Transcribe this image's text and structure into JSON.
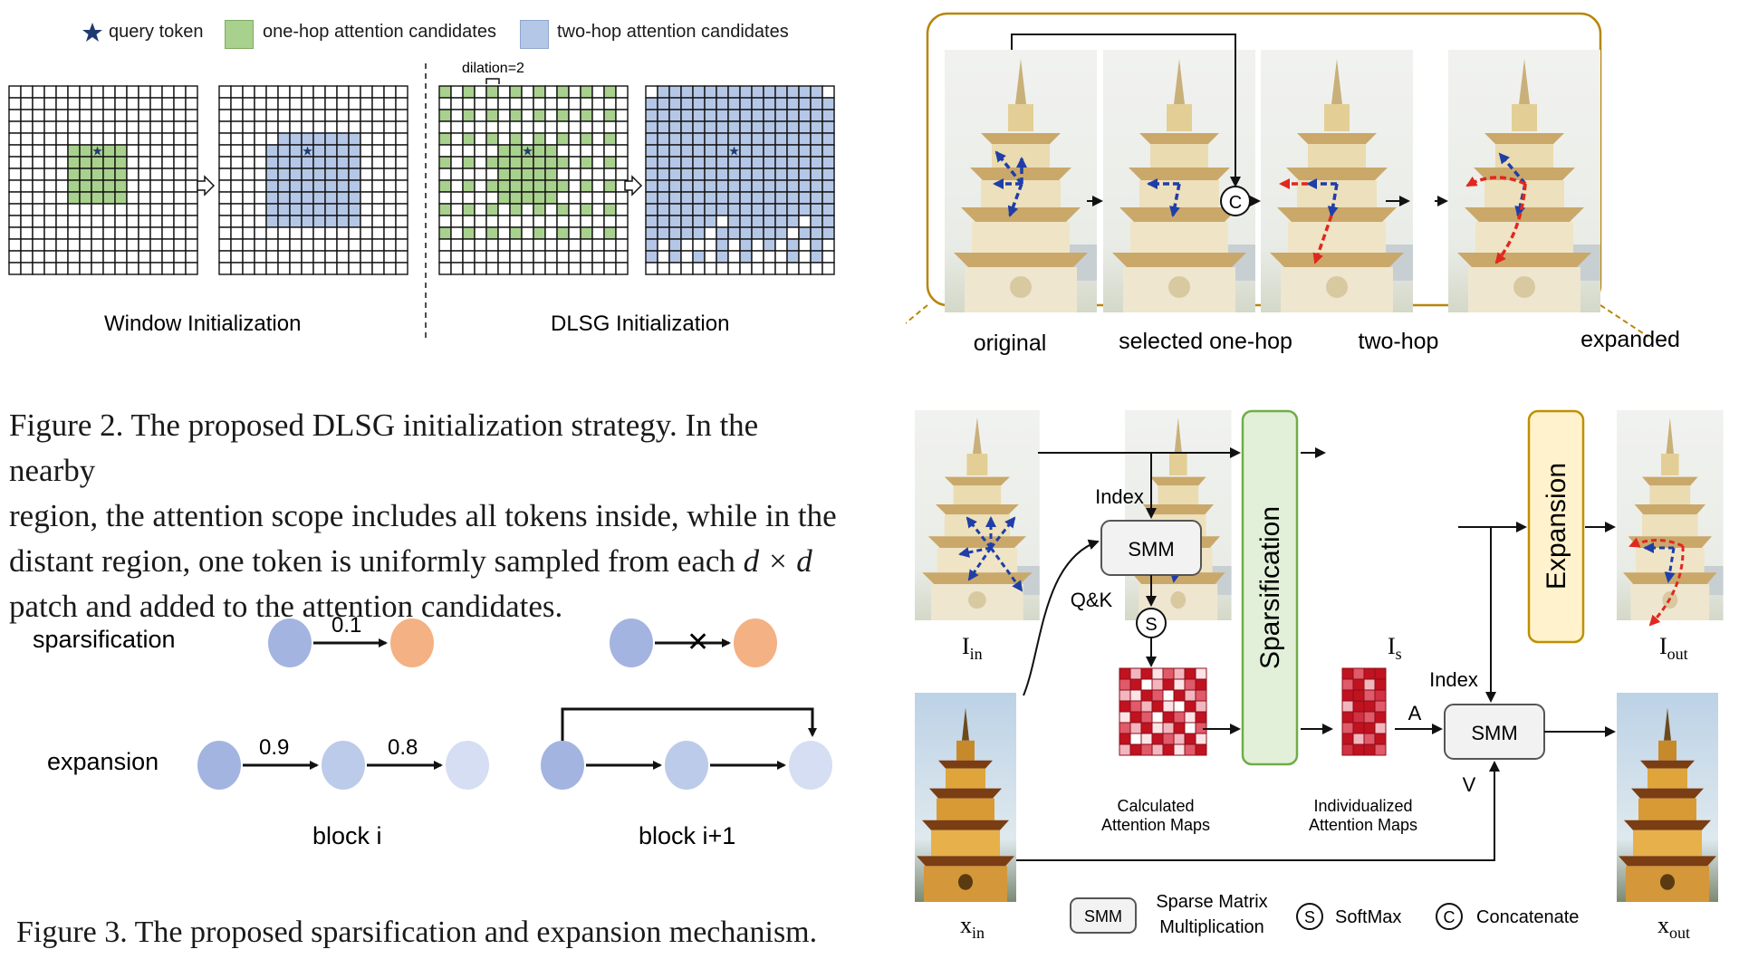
{
  "legend": {
    "query": "query token",
    "one_hop": "one-hop attention candidates",
    "two_hop": "two-hop attention candidates"
  },
  "fig2": {
    "dilation": "dilation=2",
    "window_init": "Window Initialization",
    "dlsg_init": "DLSG Initialization",
    "caption_lines": [
      "Figure 2. The proposed DLSG initialization strategy. In the nearby",
      "region, the attention scope includes all tokens inside, while in the",
      "distant region, one token is uniformly sampled from each",
      "patch and added to the attention candidates."
    ],
    "caption_math": "d × d"
  },
  "fig3": {
    "sparsification": "sparsification",
    "expansion": "expansion",
    "w_sparse": "0.1",
    "w_exp1": "0.9",
    "w_exp2": "0.8",
    "block_i": "block  i",
    "block_i1": "block  i+1",
    "caption": "Figure 3. The proposed sparsification and expansion mechanism."
  },
  "right": {
    "top_labels": [
      "original",
      "selected one-hop",
      "two-hop",
      "expanded"
    ],
    "concat_symbol": "C",
    "softmax_symbol": "S",
    "index1": "Index",
    "index2": "Index",
    "smm": "SMM",
    "qk": "Q&K",
    "sparsification": "Sparsification",
    "expansion": "Expansion",
    "calc_maps_1": "Calculated",
    "calc_maps_2": "Attention Maps",
    "indiv_maps_1": "Individualized",
    "indiv_maps_2": "Attention Maps",
    "a": "A",
    "v": "V",
    "i_in": "I",
    "i_in_sub": "in",
    "i_s": "I",
    "i_s_sub": "s",
    "i_out": "I",
    "i_out_sub": "out",
    "x_in": "x",
    "x_in_sub": "in",
    "x_out": "x",
    "x_out_sub": "out",
    "legend_smm": "SMM",
    "legend_smm_text_1": "Sparse Matrix",
    "legend_smm_text_2": "Multiplication",
    "legend_softmax": "SoftMax",
    "legend_concat": "Concatenate"
  },
  "colors": {
    "green": "#a9d18e",
    "blue": "#b4c7e7",
    "navy": "#1f3a73",
    "red": "#e0281f",
    "arrow_blue": "#1f3ea8",
    "gold": "#b8860b",
    "sparsify_fill": "#e2f0d9",
    "sparsify_stroke": "#70ad47",
    "expansion_fill": "#fff2cc",
    "expansion_stroke": "#bf9000",
    "smm_fill": "#f2f2f2",
    "node_blue": "#a4b4e0",
    "node_orange": "#f4b183"
  }
}
